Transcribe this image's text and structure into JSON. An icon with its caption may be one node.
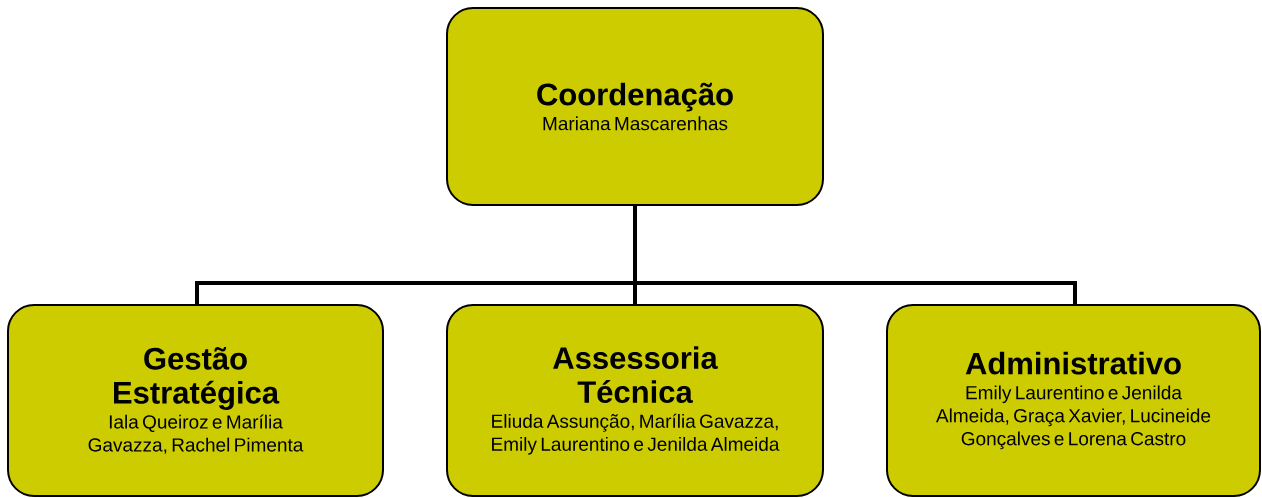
{
  "diagram": {
    "nodes": [
      {
        "text": [
          "Coordenação",
          "Mariana Mascarenhas"
        ]
      },
      {
        "text": [
          "Gestão Estratégica",
          "Iala Queiroz e Marília Gavazza, Rachel Pimenta"
        ]
      },
      {
        "text": [
          "Assessoria Técnica",
          "Eliuda Assunção, Marília Gavazza, Emily Laurentino e Jenilda Almeida"
        ]
      },
      {
        "text": [
          "Administrativo",
          "Emily Laurentino e Jenilda Almeida, Graça Xavier, Lucineide Gonçalves e Lorena Castro"
        ]
      }
    ],
    "edges": [
      {
        "from": 0,
        "to": 1,
        "arrow": "none"
      },
      {
        "from": 0,
        "to": 2,
        "arrow": "none"
      },
      {
        "from": 0,
        "to": 3,
        "arrow": "none"
      }
    ]
  }
}
